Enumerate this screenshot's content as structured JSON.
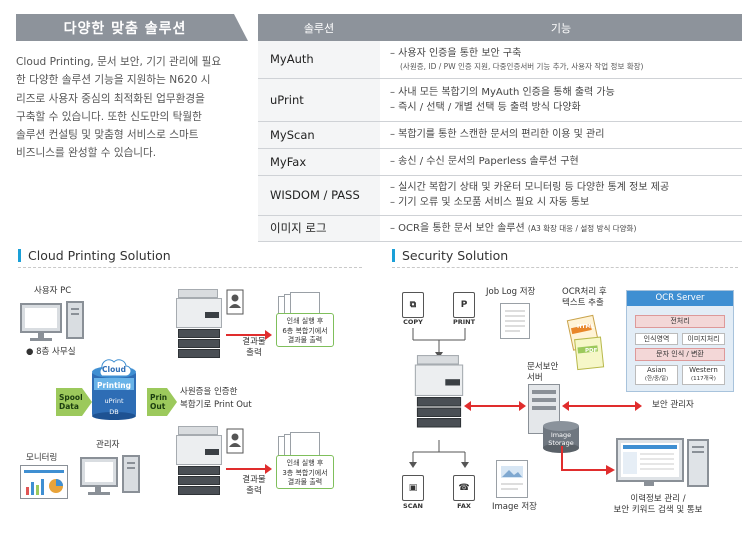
{
  "header": {
    "title": "다양한 맞춤 솔루션",
    "intro_lines": [
      "Cloud Printing, 문서 보안, 기기 관리에 필요",
      "한 다양한 솔루션 기능을 지원하는 N620 시",
      "리즈로 사용자 중심의 최적화된 업무환경을",
      "구축할 수 있습니다. 또한 신도만의 탁월한",
      "솔루션 컨설팅 및 맞춤형 서비스로 스마트",
      "비즈니스를 완성할 수 있습니다."
    ]
  },
  "table": {
    "col_solution": "솔루션",
    "col_feature": "기능",
    "rows": [
      {
        "name": "MyAuth",
        "lines": [
          "– 사용자 인증을 통한 보안 구축"
        ],
        "sub": "(사원증, ID / PW 인증 지원, 다중인증서버 기능 추가, 사용자 작업 정보 확장)"
      },
      {
        "name": "uPrint",
        "lines": [
          "– 사내 모든 복합기의 MyAuth 인증을 통해 출력 가능",
          "– 즉시 / 선택 / 개별 선택 등 출력 방식 다양화"
        ]
      },
      {
        "name": "MyScan",
        "lines": [
          "– 복합기를 통한 스캔한 문서의 편리한 이용 및 관리"
        ]
      },
      {
        "name": "MyFax",
        "lines": [
          "– 송신 / 수신 문서의 Paperless 솔루션 구현"
        ]
      },
      {
        "name": "WISDOM / PASS",
        "lines": [
          "– 실시간 복합기 상태 및 카운터 모니터링 등 다양한 통계 정보 제공",
          "– 기기 오류 및 소모품 서비스 필요 시 자동 통보"
        ]
      },
      {
        "name": "이미지 로그",
        "lines": [
          "– OCR을 통한 문서 보안 솔루션"
        ],
        "small": "(A3 확장 대응 / 설정 방식 다양화)"
      }
    ]
  },
  "cloud": {
    "title": "Cloud Printing Solution",
    "pc_label": "사용자 PC",
    "office_label": "8층 사무실",
    "spool_label": "Spool Data",
    "print_out_label": "Print Out",
    "cloud_label": "Cloud",
    "printing_label": "Printing",
    "uprint_label": "uPrint",
    "db_label": "DB",
    "auth_label_1": "사원증을 인증한",
    "auth_label_2": "복합기로 Print Out",
    "callout1_lines": [
      "인쇄 실행 후",
      "6층 복합기에서",
      "결과물 출력"
    ],
    "callout2_lines": [
      "인쇄 실행 후",
      "3층 복합기에서",
      "결과물 출력"
    ],
    "result_label_1": "결과물",
    "result_label_2": "출력",
    "admin_label": "관리자",
    "monitoring_label": "모니터링"
  },
  "security": {
    "title": "Security Solution",
    "copy_label": "COPY",
    "print_label": "PRINT",
    "joblog_label": "Job Log 저장",
    "ocr_extract_1": "OCR처리 후",
    "ocr_extract_2": "텍스트 추출",
    "html_label": "HTML",
    "pdf_label": "PDF",
    "server_label_1": "문서보안",
    "server_label_2": "서버",
    "image_storage_1": "Image",
    "image_storage_2": "Storage",
    "security_admin": "보안 관리자",
    "scan_label": "SCAN",
    "fax_label": "FAX",
    "image_save": "Image 저장",
    "history_1": "이력정보 관리 /",
    "history_2": "보안 키워드 검색 및 통보",
    "ocr_server": {
      "title": "OCR Server",
      "pre": "전처리",
      "area": "인식영역",
      "image": "이미지처리",
      "recog": "문자 인식 / 변환",
      "asian_1": "Asian",
      "asian_2": "(한/중/일)",
      "western_1": "Western",
      "western_2": "(117개국)"
    }
  },
  "colors": {
    "header_gray": "#8d939b",
    "accent_blue": "#1aa0d8",
    "arrow_red": "#e02d2d",
    "arrow_green": "#9cc95c"
  }
}
